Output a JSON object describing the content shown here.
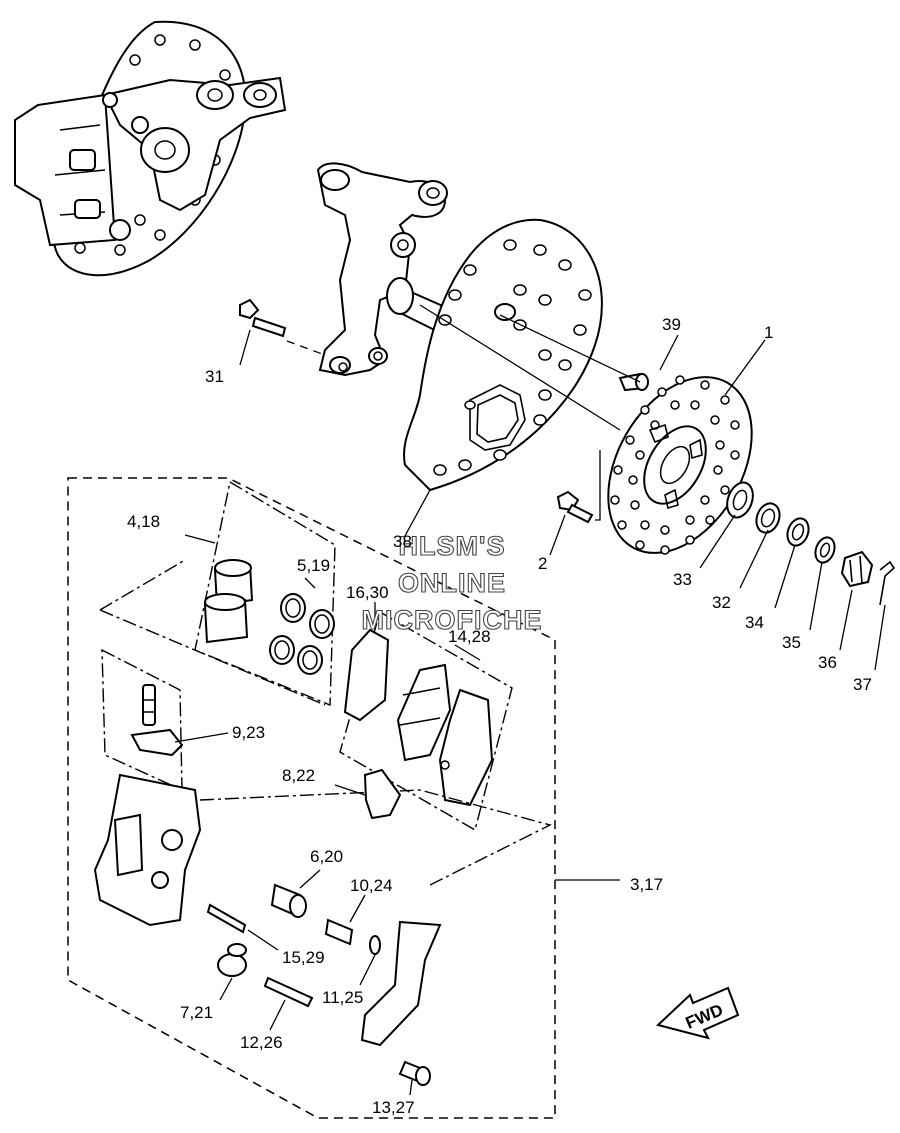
{
  "callouts": [
    {
      "id": "c1",
      "text": "1"
    },
    {
      "id": "c2",
      "text": "2"
    },
    {
      "id": "c31",
      "text": "31"
    },
    {
      "id": "c39",
      "text": "39"
    },
    {
      "id": "c4_18",
      "text": "4,18"
    },
    {
      "id": "c38",
      "text": "38"
    },
    {
      "id": "c5_19",
      "text": "5,19"
    },
    {
      "id": "c16_30",
      "text": "16,30"
    },
    {
      "id": "c14_28",
      "text": "14,28"
    },
    {
      "id": "c33",
      "text": "33"
    },
    {
      "id": "c32",
      "text": "32"
    },
    {
      "id": "c34",
      "text": "34"
    },
    {
      "id": "c35",
      "text": "35"
    },
    {
      "id": "c36",
      "text": "36"
    },
    {
      "id": "c37",
      "text": "37"
    },
    {
      "id": "c9_23",
      "text": "9,23"
    },
    {
      "id": "c8_22",
      "text": "8,22"
    },
    {
      "id": "c6_20",
      "text": "6,20"
    },
    {
      "id": "c10_24",
      "text": "10,24"
    },
    {
      "id": "c3_17",
      "text": "3,17"
    },
    {
      "id": "c15_29",
      "text": "15,29"
    },
    {
      "id": "c11_25",
      "text": "11,25"
    },
    {
      "id": "c7_21",
      "text": "7,21"
    },
    {
      "id": "c12_26",
      "text": "12,26"
    },
    {
      "id": "c13_27",
      "text": "13,27"
    }
  ],
  "watermark": {
    "line1": "HLSM'S",
    "line2": "ONLINE",
    "line3": "MICROFICHE"
  },
  "direction_arrow": {
    "label": "FWD"
  }
}
